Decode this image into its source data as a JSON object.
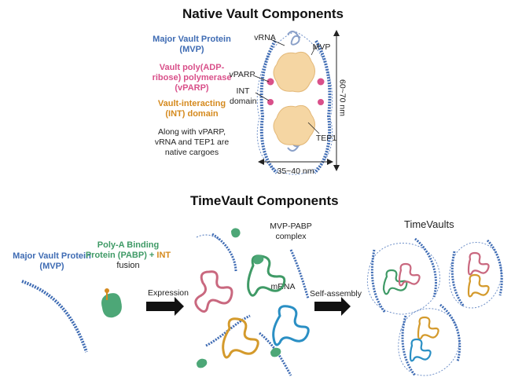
{
  "native": {
    "title": "Native Vault Components",
    "legend": {
      "mvp": "Major Vault Protein (MVP)",
      "vparp": "Vault poly(ADP-ribose) polymerase (vPARP)",
      "int": "Vault-interacting (INT) domain",
      "note": "Along with vPARP, vRNA and TEP1 are native cargoes"
    },
    "diagram": {
      "vrna": "vRNA",
      "mvp": "MVP",
      "vparp": "vPARP",
      "int_domain": "INT domain",
      "tep1": "TEP1",
      "height": "60~70 nm",
      "width": "35~40 nm"
    }
  },
  "timevault": {
    "title": "TimeVault Components",
    "mvp_label": "Major Vault Protein (MVP)",
    "pabp_label": "Poly-A Binding Protein (PABP) +",
    "int_word": "INT",
    "fusion_word": "fusion",
    "expression": "Expression",
    "complex": "MVP-PABP complex",
    "mrna": "mRNA",
    "self_assembly": "Self-assembly",
    "timevaults": "TimeVaults"
  },
  "colors": {
    "mvp": "#3e6bb3",
    "vparp": "#d9508a",
    "int": "#d58a1e",
    "pabp": "#3f9a66",
    "protein": "#f5d6a3"
  }
}
